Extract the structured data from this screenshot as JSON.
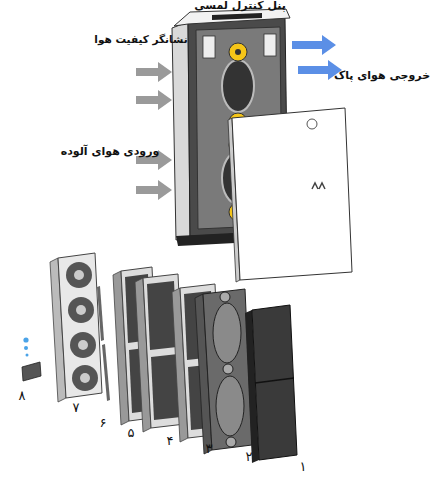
{
  "diagram": {
    "labels": [
      "پنل کنترل لمسی",
      "نشانگر کیفیت هوا",
      "خروجی هوای پاک",
      "ورودی هوای آلوده",
      "۸",
      "۷",
      "۶",
      "۵",
      "۴",
      "۳",
      "۲",
      "۱"
    ]
  }
}
